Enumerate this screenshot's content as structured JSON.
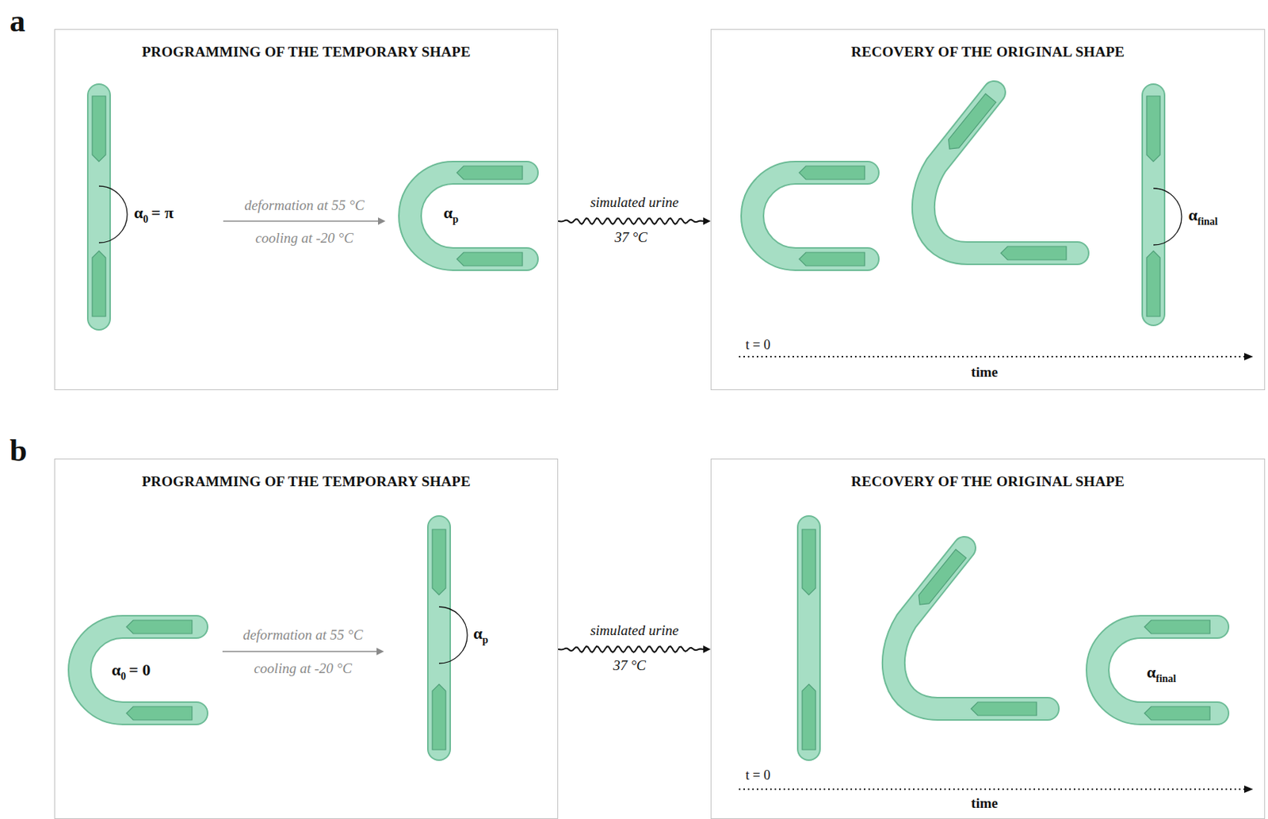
{
  "diagram": {
    "nodes": [
      {
        "text": [
          "PROGRAMMING OF THE TEMPORARY SHAPE"
        ]
      },
      {
        "text": [
          "RECOVERY OF THE ORIGINAL SHAPE"
        ]
      },
      {
        "text": [
          "PROGRAMMING OF THE TEMPORARY SHAPE"
        ]
      },
      {
        "text": [
          "RECOVERY OF THE ORIGINAL SHAPE"
        ]
      }
    ],
    "edges": [
      {
        "from": 0,
        "to": 1,
        "arrow": "to",
        "label": "simulated urine"
      },
      {
        "from": 2,
        "to": 3,
        "arrow": "to",
        "label": "simulated urine"
      }
    ],
    "labels": [
      "a",
      "α",
      "0",
      "= π",
      "deformation at 55 °C",
      "cooling at -20 °C",
      "α",
      "p",
      "37 °C",
      "α",
      "final",
      "t = 0",
      "time",
      "b",
      "α",
      "0",
      "= 0",
      "deformation at 55 °C",
      "cooling at -20 °C",
      "α",
      "p",
      "37 °C",
      "α",
      "final",
      "t = 0",
      "time"
    ]
  }
}
